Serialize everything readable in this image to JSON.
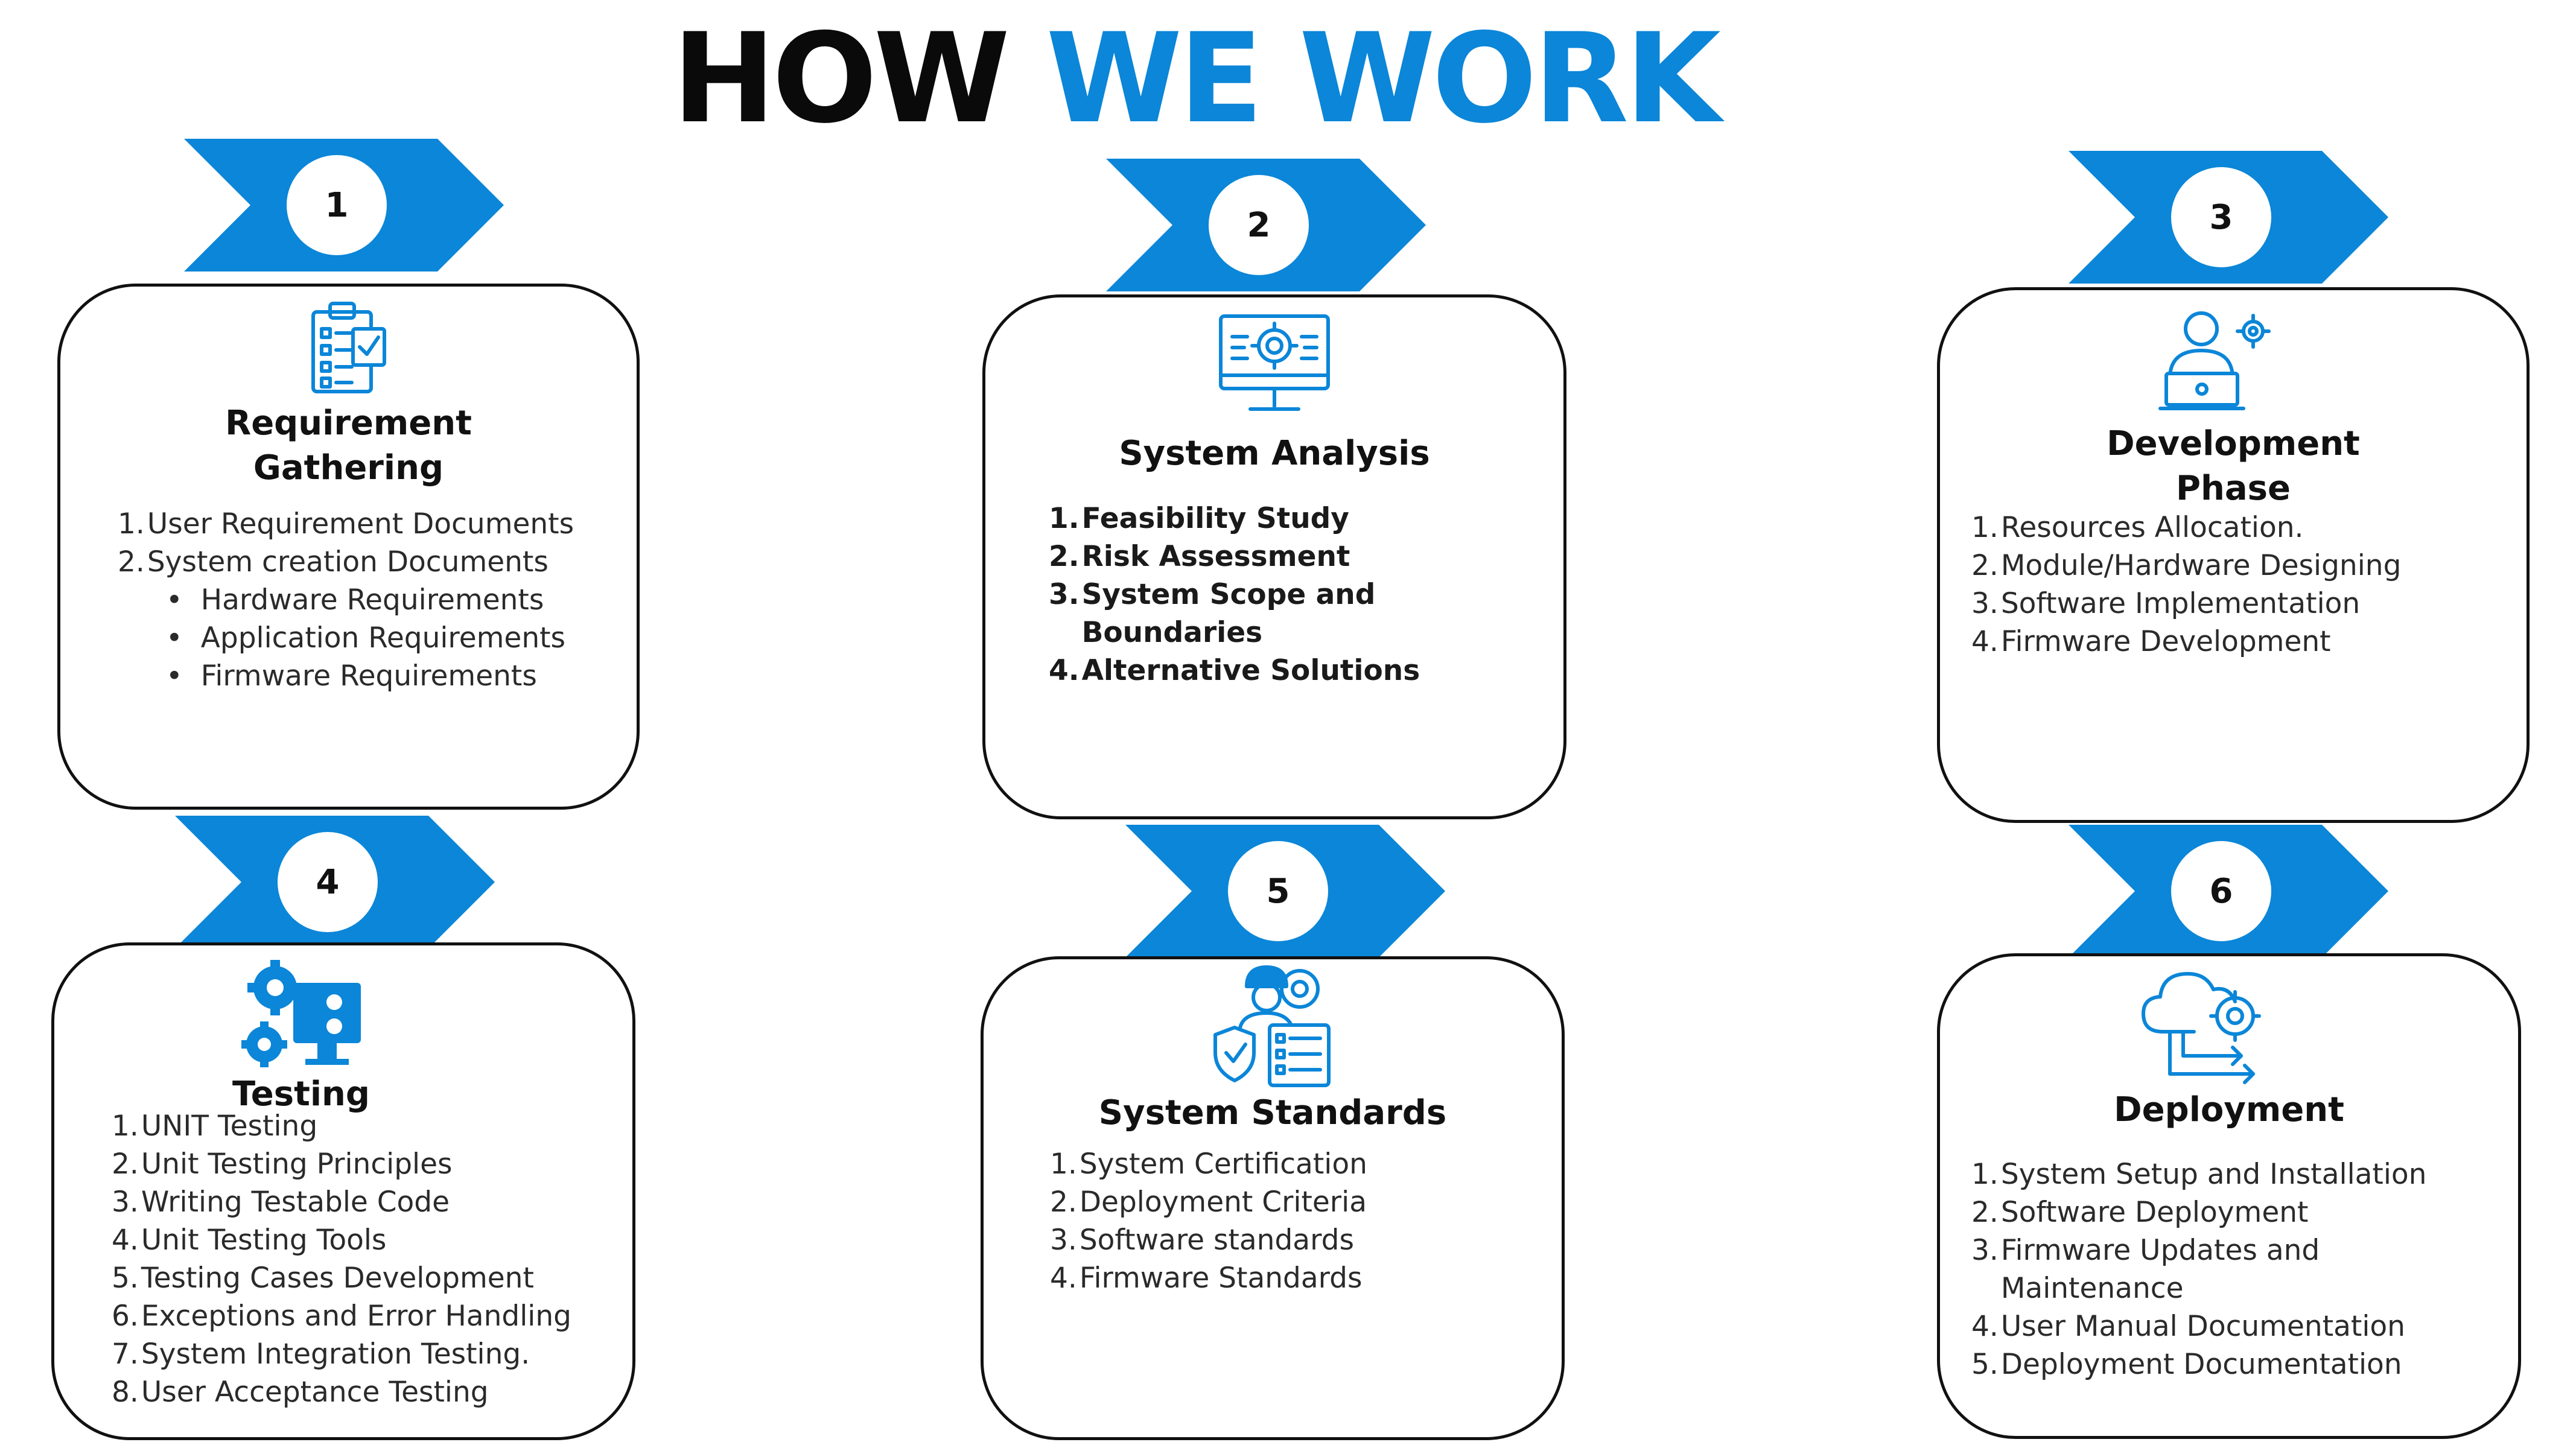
{
  "title": {
    "part1": "HOW",
    "part2": "WE WORK"
  },
  "colors": {
    "accent": "#0b86d8",
    "dark": "#0a0a0a"
  },
  "steps": [
    {
      "number": "1",
      "title": "Requirement Gathering",
      "icon": "clipboard-checklist-icon",
      "items": [
        "User Requirement Documents",
        "System creation Documents"
      ],
      "subitems": [
        "Hardware Requirements",
        "Application Requirements",
        "Firmware Requirements"
      ]
    },
    {
      "number": "2",
      "title": "System Analysis",
      "icon": "monitor-gear-icon",
      "items": [
        "Feasibility Study",
        "Risk Assessment",
        "System Scope and Boundaries",
        "Alternative Solutions"
      ]
    },
    {
      "number": "3",
      "title": "Development Phase",
      "icon": "developer-laptop-icon",
      "items": [
        "Resources Allocation.",
        "Module/Hardware Designing",
        "Software Implementation",
        "Firmware Development"
      ]
    },
    {
      "number": "4",
      "title": "Testing",
      "icon": "gears-monitor-icon",
      "items": [
        "UNIT Testing",
        "Unit Testing Principles",
        "Writing Testable Code",
        "Unit Testing Tools",
        "Testing Cases Development",
        "Exceptions and Error Handling",
        "System Integration Testing.",
        "User Acceptance Testing"
      ]
    },
    {
      "number": "5",
      "title": "System Standards",
      "icon": "engineer-shield-checklist-icon",
      "items": [
        "System Certification",
        "Deployment Criteria",
        "Software standards",
        "Firmware Standards"
      ]
    },
    {
      "number": "6",
      "title": "Deployment",
      "icon": "cloud-gear-arrows-icon",
      "items": [
        "System Setup and Installation",
        "Software Deployment",
        "Firmware Updates and Maintenance",
        "User Manual Documentation",
        "Deployment Documentation"
      ]
    }
  ]
}
